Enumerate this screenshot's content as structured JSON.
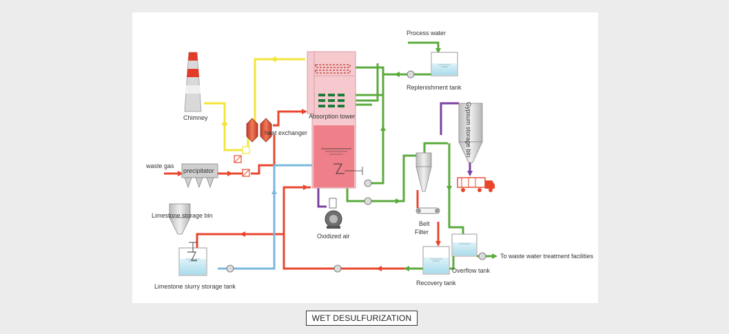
{
  "labels": {
    "process_water": "Process water",
    "replenishment_tank": "Replenishment tank",
    "chimney": "Chimney",
    "heat_exchanger": "heat exchanger",
    "absorption_tower": "Absorption tower",
    "waste_gas": "waste gas",
    "precipitator": "precipitator",
    "gypsum_storage_bin": "Gypsum storage bin",
    "limestone_storage_bin": "Limestone storage bin",
    "oxidized_air": "Oxidized air",
    "belt": "Belt",
    "filter": "Filter",
    "overflow_tank": "Overflow tank",
    "to_waste_water": "To waste water treatment facilities",
    "recovery_tank": "Recovery tank",
    "limestone_slurry_tank": "Limestone slurry storage tank"
  },
  "caption": "WET DESULFURIZATION",
  "colors": {
    "flue_gas": "#e8452c",
    "clean_gas": "#f3e53a",
    "water": "#5aaa3c",
    "slurry": "#7ab8dc",
    "gypsum": "#7a3fa0",
    "tower": "#f5c9ce"
  }
}
